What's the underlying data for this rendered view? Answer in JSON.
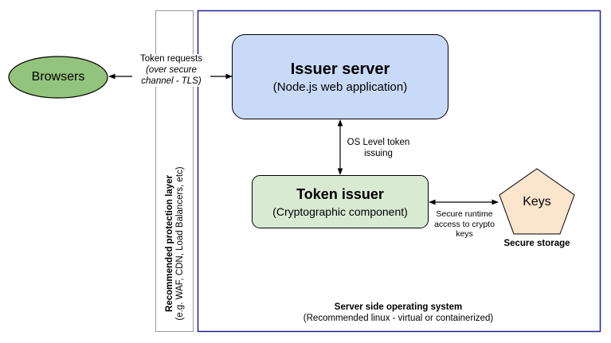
{
  "browsers": {
    "label": "Browsers"
  },
  "token_requests": {
    "line1": "Token requests",
    "line2": "(over secure",
    "line3": "channel - TLS)"
  },
  "protection_layer": {
    "title": "Recommended protection layer",
    "subtitle": "(e.g. WAF, CDN, Load Balancers, etc)"
  },
  "issuer_server": {
    "title": "Issuer server",
    "subtitle": "(Node.js web application)"
  },
  "os_level": {
    "line1": "OS Level token",
    "line2": "issuing"
  },
  "token_issuer": {
    "title": "Token issuer",
    "subtitle": "(Cryptographic component)"
  },
  "secure_access": {
    "line1": "Secure runtime",
    "line2": "access to crypto",
    "line3": "keys"
  },
  "keys": {
    "label": "Keys",
    "caption": "Secure storage"
  },
  "server_os": {
    "title": "Server side operating system",
    "subtitle": "(Recommended linux - virtual or containerized)"
  },
  "colors": {
    "browsers_fill": "#93c47d",
    "issuer_server_fill": "#c9daf8",
    "token_issuer_fill": "#d9ead3",
    "keys_fill": "#fce5cd",
    "server_border": "#20209a"
  }
}
